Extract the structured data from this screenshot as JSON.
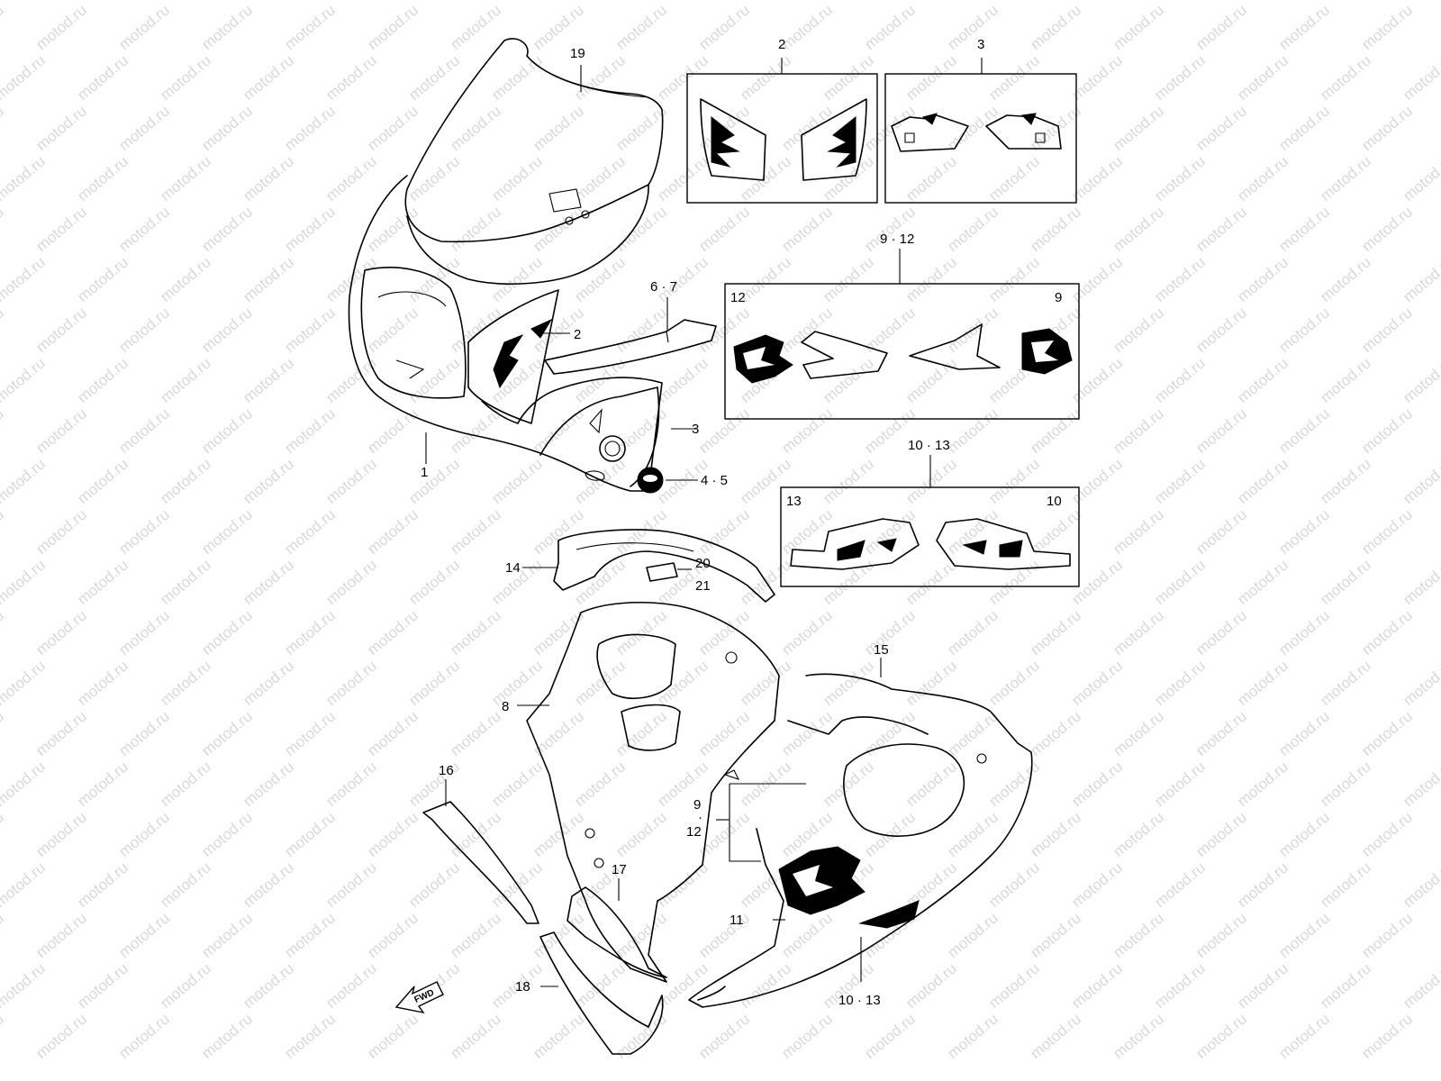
{
  "diagram": {
    "watermark_text": "motod.ru",
    "fwd_badge": "FWD",
    "callouts": {
      "c1": "1",
      "c2_box": "2",
      "c2_part": "2",
      "c3_box": "3",
      "c3_part": "3",
      "c45": "4 · 5",
      "c67": "6 · 7",
      "c8": "8",
      "c9_12_box": "9 · 12",
      "c9_in_box": "9",
      "c12_in_box": "12",
      "c9_lower": "9",
      "c12_lower": "12",
      "c10_13_box": "10 · 13",
      "c10_in_box": "10",
      "c13_in_box": "13",
      "c10_13_lower": "10 · 13",
      "c11": "11",
      "c14": "14",
      "c15": "15",
      "c16": "16",
      "c17": "17",
      "c18": "18",
      "c19": "19",
      "c20": "20",
      "c21": "21"
    }
  },
  "colors": {
    "line": "#000000",
    "watermark": "#d9d9d9",
    "background": "#ffffff"
  }
}
